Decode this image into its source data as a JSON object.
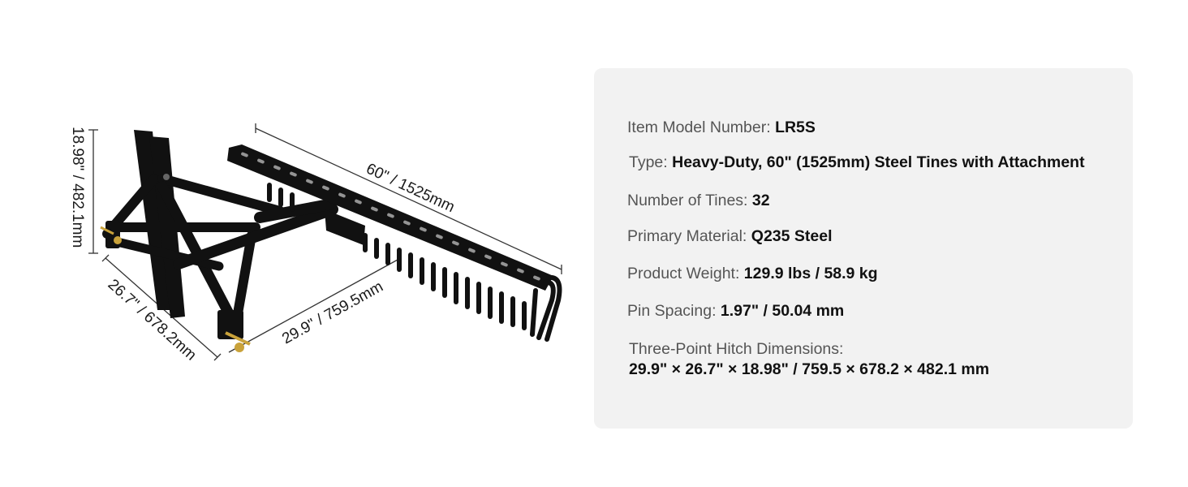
{
  "dimensions": {
    "height": "18.98\" / 482.1mm",
    "width": "60\" / 1525mm",
    "depth": "26.7\" / 678.2mm",
    "length": "29.9\" / 759.5mm"
  },
  "specs": [
    {
      "label": "Item Model Number: ",
      "value": "LR5S"
    },
    {
      "label": "Type: ",
      "value": "Heavy-Duty, 60\" (1525mm) Steel Tines with Attachment"
    },
    {
      "label": "Number of Tines: ",
      "value": "32"
    },
    {
      "label": "Primary Material: ",
      "value": "Q235 Steel"
    },
    {
      "label": "Product Weight: ",
      "value": "129.9 lbs / 58.9 kg"
    },
    {
      "label": "Pin Spacing: ",
      "value": "1.97\" / 50.04 mm"
    }
  ],
  "hitch": {
    "label": "Three-Point Hitch Dimensions:",
    "value": "29.9\" × 26.7\" × 18.98\" / 759.5 × 678.2 × 482.1 mm"
  },
  "colors": {
    "panel_bg": "#f2f2f2",
    "metal": "#111111",
    "pin": "#c9a23a"
  }
}
